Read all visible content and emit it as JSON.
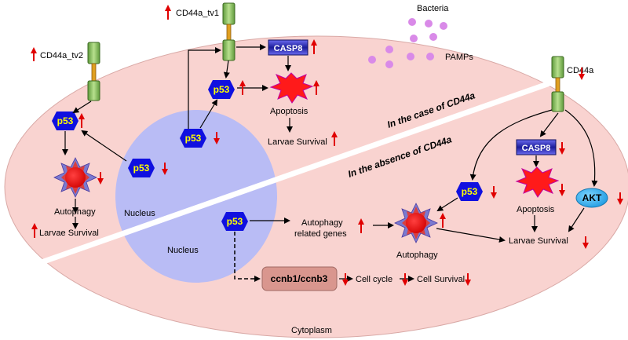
{
  "labels": {
    "cd44a_tv1": "CD44a_tv1",
    "cd44a_tv2": "CD44a_tv2",
    "cd44a": "CD44a",
    "bacteria": "Bacteria",
    "pamps": "PAMPs",
    "casp8": "CASP8",
    "p53": "p53",
    "apoptosis": "Apoptosis",
    "larvae_survival": "Larvae Survival",
    "autophagy": "Autophagy",
    "nucleus": "Nucleus",
    "in_case": "In the case of CD44a",
    "in_absence": "In the absence of CD44a",
    "autophagy_genes_1": "Autophagy",
    "autophagy_genes_2": "related genes",
    "ccnb": "ccnb1/ccnb3",
    "cell_cycle": "Cell cycle",
    "cell_survival": "Cell Survival",
    "akt": "AKT",
    "cytoplasm": "Cytoplasm"
  },
  "colors": {
    "cell": "#f9d3d0",
    "nucleus": "#b9bcf5",
    "p53_fill": "#1010e0",
    "p53_text": "#ffff00",
    "casp8": "#2a2ab0",
    "apoptosis": "#ff1a1a",
    "akt": "#2aaef0",
    "ccnb": "#d9968e",
    "receptor": "#8fc26a",
    "receptor_mid": "#e0a020",
    "bacteria": "#d98ae8",
    "arrow_red": "#e00000"
  }
}
